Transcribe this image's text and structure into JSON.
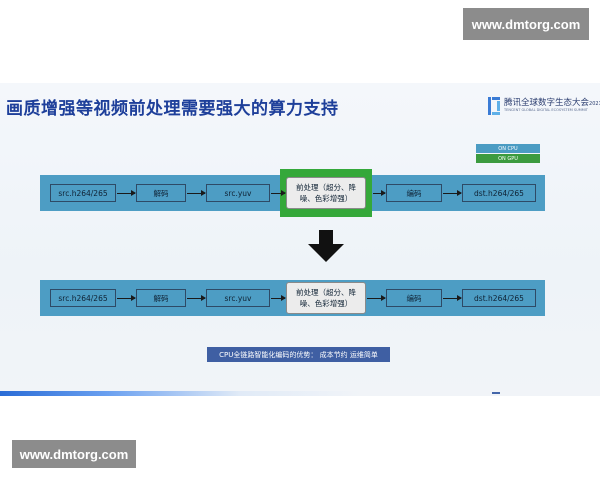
{
  "watermark": {
    "top": "www.dmtorg.com",
    "bottom": "www.dmtorg.com"
  },
  "slide": {
    "title": "画质增强等视频前处理需要强大的算力支持",
    "logo": {
      "icon": "tencent-summit-logo-icon",
      "name": "腾讯全球数字生态大会",
      "year": "2021",
      "subtitle": "TENCENT GLOBAL DIGITAL ECOSYSTEM SUMMIT"
    },
    "legend": [
      {
        "label": "ON CPU",
        "color": "#4b9cc3"
      },
      {
        "label": "ON GPU",
        "color": "#3c9b3f"
      }
    ],
    "pipeline_top": {
      "nodes": [
        "src.h264/265",
        "解码",
        "src.yuv",
        "前处理（超分、降噪、色彩增强）",
        "编码",
        "dst.h264/265"
      ],
      "highlight_color": "#35a83a"
    },
    "transition_icon": "down-arrow-icon",
    "pipeline_bottom": {
      "nodes": [
        "src.h264/265",
        "解码",
        "src.yuv",
        "前处理（超分、降噪、色彩增强）",
        "编码",
        "dst.h264/265"
      ]
    },
    "caption": "CPU全链路智能化编码的优势：  成本节约 运维简单"
  }
}
